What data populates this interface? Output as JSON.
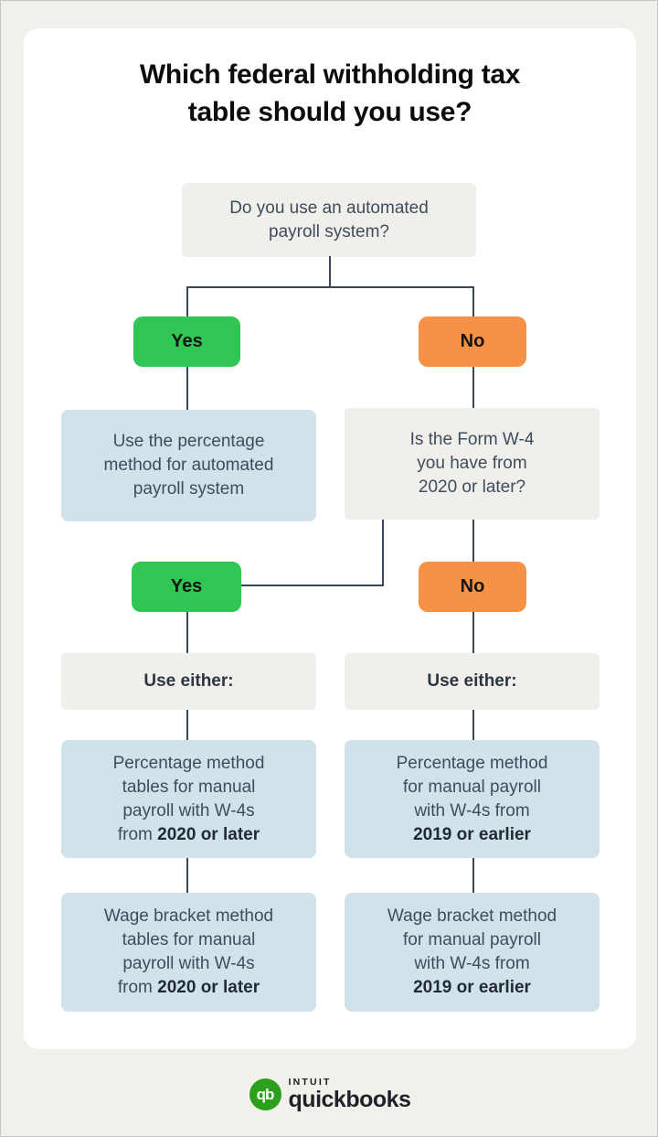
{
  "title": {
    "line1": "Which federal withholding tax",
    "line2": "table should you use?"
  },
  "flowchart": {
    "q1": {
      "line1": "Do you use an automated",
      "line2": "payroll system?"
    },
    "branch1": {
      "yes": "Yes",
      "no": "No"
    },
    "result_automated": {
      "line1": "Use the percentage",
      "line2": "method for automated",
      "line3": "payroll system"
    },
    "q2": {
      "line1": "Is the Form W-4",
      "line2": "you have from",
      "line3": "2020 or later?"
    },
    "branch2": {
      "yes": "Yes",
      "no": "No"
    },
    "use_either_left": "Use either:",
    "use_either_right": "Use either:",
    "results": {
      "pct_2020": {
        "l1": "Percentage method",
        "l2": "tables for manual",
        "l3": "payroll with W-4s",
        "l4_prefix": "from ",
        "l4_bold": "2020 or later"
      },
      "pct_2019": {
        "l1": "Percentage method",
        "l2": "for manual payroll",
        "l3": "with W-4s from",
        "l4_prefix": "",
        "l4_bold": "2019 or earlier"
      },
      "wage_2020": {
        "l1": "Wage bracket method",
        "l2": "tables for manual",
        "l3": "payroll with W-4s",
        "l4_prefix": "from ",
        "l4_bold": "2020 or later"
      },
      "wage_2019": {
        "l1": "Wage bracket method",
        "l2": "for manual payroll",
        "l3": "with W-4s from",
        "l4_prefix": "",
        "l4_bold": "2019 or earlier"
      }
    }
  },
  "footer": {
    "brand_small": "INTUIT",
    "brand_large": "quickbooks",
    "logo_monogram": "qb"
  },
  "colors": {
    "page_background": "#f1f0ea",
    "card_background": "#ffffff",
    "gray_box": "#f0efeb",
    "blue_box": "#d0e3eb",
    "yes_green": "#30c653",
    "no_orange": "#f79145",
    "connector": "#3a485c",
    "body_text": "#3e4d5c",
    "logo_green": "#2ca01c"
  }
}
